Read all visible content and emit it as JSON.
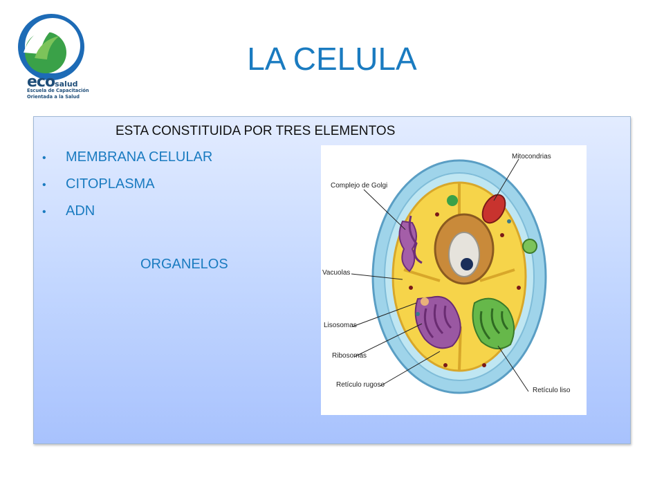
{
  "logo": {
    "word_eco": "eco",
    "word_salud": "salud",
    "line1": "Escuela de Capacitación",
    "line2": "Orientada a la Salud"
  },
  "title": "LA CELULA",
  "content": {
    "intro": "ESTA CONSTITUIDA POR TRES ELEMENTOS",
    "bullets": [
      "MEMBRANA CELULAR",
      "CITOPLASMA",
      "ADN"
    ],
    "organelos": "ORGANELOS"
  },
  "diagram": {
    "labels": {
      "mitocondrias": "Mitocondrias",
      "golgi": "Complejo de Golgi",
      "vacuolas": "Vacuolas",
      "lisosomas": "Lisosomas",
      "ribosomas": "Ribosomas",
      "reticulo_rugoso": "Retículo rugoso",
      "reticulo_liso": "Retículo liso"
    }
  },
  "colors": {
    "title": "#1a7bc0",
    "bullet_text": "#1a7bc0",
    "intro_text": "#111111",
    "box_top": "#e3ecff",
    "box_bottom": "#a8c2fd"
  }
}
